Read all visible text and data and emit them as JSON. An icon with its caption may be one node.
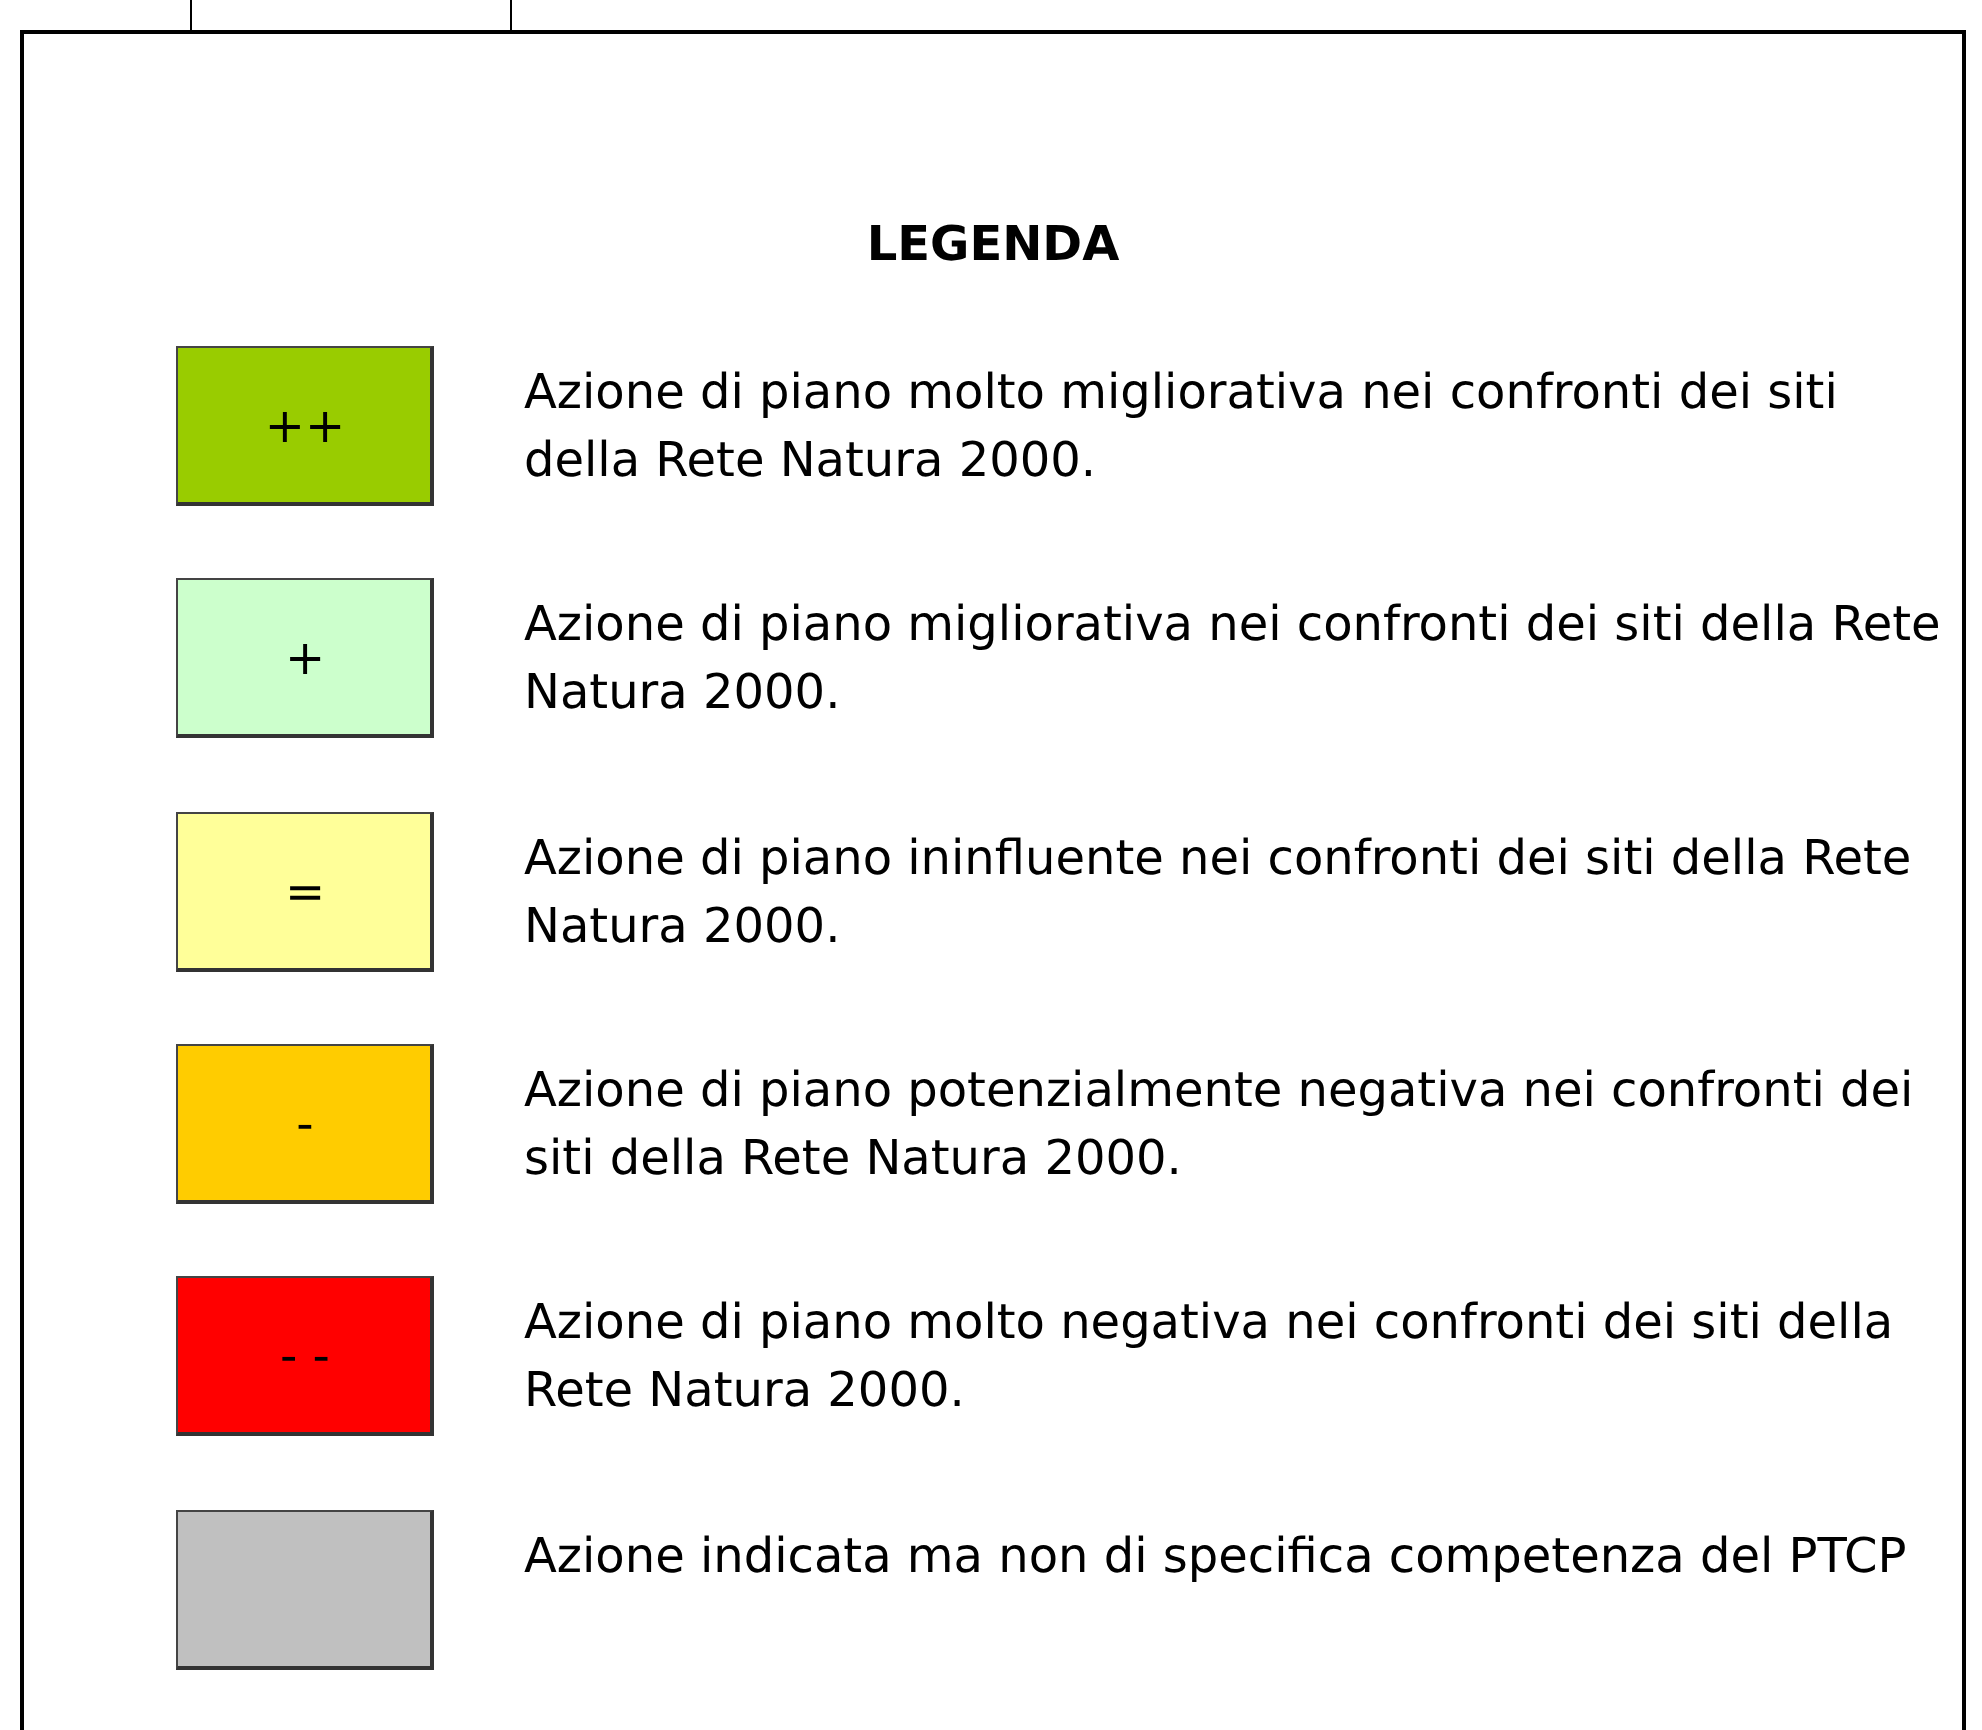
{
  "diagram": {
    "title": "LEGENDA",
    "labels": [
      "++",
      "+",
      "=",
      "-",
      "- -"
    ],
    "legend": [
      {
        "text": "Azione di piano molto migliorativa nei confronti dei siti della Rete Natura 2000.",
        "color": "#99cc00"
      },
      {
        "text": "Azione di piano migliorativa nei confronti dei siti della Rete Natura 2000.",
        "color": "#ccffcc"
      },
      {
        "text": "Azione di piano ininfluente nei confronti dei siti della Rete Natura 2000.",
        "color": "#ffff99"
      },
      {
        "text": "Azione di piano potenzialmente negativa nei confronti dei siti della Rete Natura 2000.",
        "color": "#ffcc00"
      },
      {
        "text": "Azione di piano molto negativa nei confronti dei siti della Rete Natura 2000.",
        "color": "#ff0000"
      },
      {
        "text": "Azione indicata ma non di specifica competenza del PTCP",
        "color": "#c0c0c0"
      }
    ]
  }
}
